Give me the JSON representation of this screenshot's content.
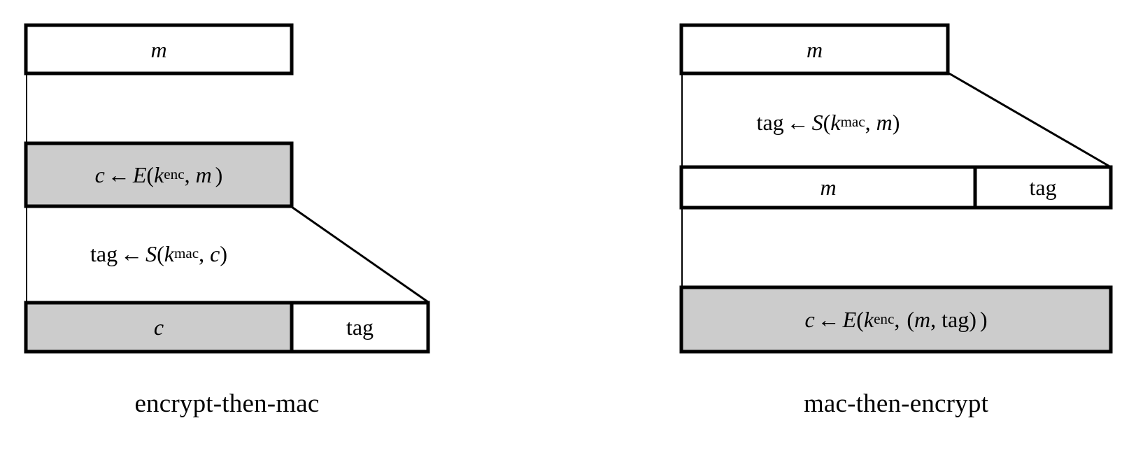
{
  "figure": {
    "title_left": "encrypt-then-mac",
    "title_right": "mac-then-encrypt",
    "colors": {
      "stroke": "#000000",
      "fill_highlight": "#cccccc",
      "fill_plain": "#ffffff",
      "background": "#ffffff"
    }
  },
  "left_diagram": {
    "name": "encrypt-then-mac",
    "caption": "encrypt-then-mac",
    "boxes": {
      "message": {
        "label": "m",
        "fill": "#ffffff"
      },
      "encrypt_step": {
        "var": "c",
        "arrow": "←",
        "func": "E",
        "key": "k",
        "key_sub": "enc",
        "arg": "m",
        "fill": "#cccccc"
      },
      "mac_step": {
        "var": "tag",
        "arrow": "←",
        "func": "S",
        "key": "k",
        "key_sub": "mac",
        "arg": "c"
      },
      "output_ciphertext": {
        "label": "c",
        "fill": "#cccccc"
      },
      "output_tag": {
        "label": "tag",
        "fill": "#ffffff"
      }
    }
  },
  "right_diagram": {
    "name": "mac-then-encrypt",
    "caption": "mac-then-encrypt",
    "boxes": {
      "message": {
        "label": "m",
        "fill": "#ffffff"
      },
      "mac_step": {
        "var": "tag",
        "arrow": "←",
        "func": "S",
        "key": "k",
        "key_sub": "mac",
        "arg": "m"
      },
      "mid_message": {
        "label": "m",
        "fill": "#ffffff"
      },
      "mid_tag": {
        "label": "tag",
        "fill": "#ffffff"
      },
      "encrypt_step": {
        "var": "c",
        "arrow": "←",
        "func": "E",
        "key": "k",
        "key_sub": "enc",
        "arg": "(m, tag)",
        "fill": "#cccccc"
      }
    }
  }
}
